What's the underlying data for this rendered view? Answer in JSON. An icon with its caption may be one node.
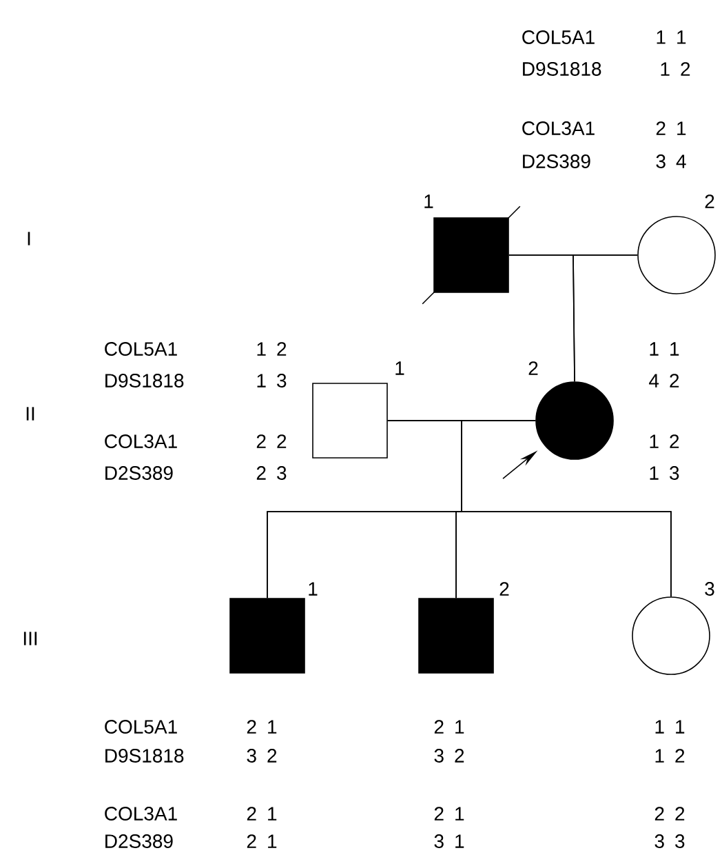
{
  "diagram": {
    "nodes": [
      {
        "text": [],
        "shape": "box",
        "beside": [
          "1"
        ]
      },
      {
        "text": [],
        "shape": "circle",
        "beside": [
          "2"
        ]
      },
      {
        "text": [],
        "shape": "box",
        "beside": [
          "1"
        ]
      },
      {
        "text": [],
        "shape": "circle",
        "beside": [
          "2"
        ]
      },
      {
        "text": [],
        "shape": "box",
        "beside": [
          "1"
        ]
      },
      {
        "text": [],
        "shape": "box",
        "beside": [
          "2"
        ]
      },
      {
        "text": [],
        "shape": "circle",
        "beside": [
          "3"
        ]
      }
    ],
    "edges": [
      {
        "from": 0,
        "to": 1,
        "arrow": "none"
      },
      {
        "from": 0,
        "to": 3,
        "arrow": "none"
      },
      {
        "from": 1,
        "to": 3,
        "arrow": "none"
      },
      {
        "from": 2,
        "to": 3,
        "arrow": "none"
      },
      {
        "from": 2,
        "to": 4,
        "arrow": "none"
      },
      {
        "from": 3,
        "to": 4,
        "arrow": "none"
      },
      {
        "from": 2,
        "to": 5,
        "arrow": "none"
      },
      {
        "from": 3,
        "to": 5,
        "arrow": "none"
      },
      {
        "from": 2,
        "to": 6,
        "arrow": "none"
      },
      {
        "from": 3,
        "to": 6,
        "arrow": "none"
      },
      {
        "from": null,
        "to": 3,
        "arrow": "to"
      }
    ],
    "labels": [
      "COL5A1",
      "1 1",
      "D9S1818",
      "1 2",
      "COL3A1",
      "2 1",
      "D2S389",
      "3 4",
      "I",
      "COL5A1",
      "1 2",
      "1 1",
      "D9S1818",
      "1 3",
      "4 2",
      "II",
      "COL3A1",
      "2 2",
      "1 2",
      "D2S389",
      "2 3",
      "1 3",
      "III",
      "COL5A1",
      "2 1",
      "2 1",
      "1 1",
      "D9S1818",
      "3 2",
      "3 2",
      "1 2",
      "COL3A1",
      "2 1",
      "2 1",
      "2 2",
      "D2S389",
      "2 1",
      "3 1",
      "3 3"
    ]
  }
}
